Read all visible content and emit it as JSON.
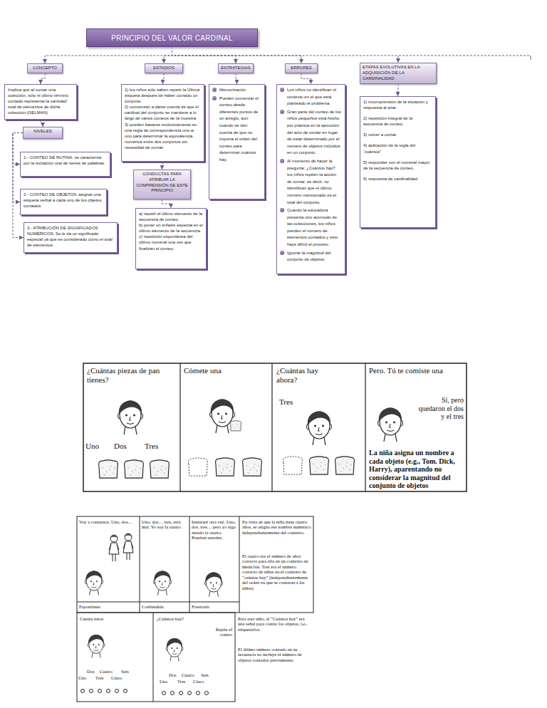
{
  "diagram": {
    "nodes": [
      {
        "text": [
          "PRINCIPIO DEL VALOR CARDINAL"
        ]
      },
      {
        "text": [
          "CONCEPTO"
        ]
      },
      {
        "text": [
          "ESTADIOS"
        ]
      },
      {
        "text": [
          "ESTRATEGIAS"
        ]
      },
      {
        "text": [
          "ERRORES"
        ]
      },
      {
        "text": [
          "ETAPAS EVOLUTIVAS EN LA ADQUISICIÓN DE LA CARDINALIDAD"
        ]
      },
      {
        "text": [
          "Implica que al contar una colección, sólo el último término contado representa la cantidad total de elementos de dicha colección.(GELMAN)"
        ]
      },
      {
        "text": [
          "NIVELES"
        ]
      },
      {
        "text": [
          "1.- CONTEO DE RUTINA: se caracteriza por la recitación oral de series de palabras."
        ]
      },
      {
        "text": [
          "2.- CONTEO DE OBJETOS: asignar una etiqueta verbal a cada uno de los objetos contados"
        ]
      },
      {
        "text": [
          "3.- ATRIBUCIÓN DE SIGNIFICADOS NUMÉRICOS: Se le da un significado especial ya que es considerado como el total de elementos."
        ]
      },
      {
        "text": [
          "1) los niños sólo saben repetir la Última etiqueta después de haber contado un conjunto.",
          "2) comienzan a darse cuenta de que el cardinal del conjunto se mantiene a lo largo de varios conteos de la muestra.",
          "3) pueden basarse exclusivamente en una regla de correspondencia uno-a-uno para determinar la equivalencia numérica entre dos conjuntos sin necesidad de contar."
        ]
      },
      {
        "text": [
          "CONDUCTAS PARA ATRIBUIR LA COMPRENSIÓN DE ESTE PRINCIPIO"
        ]
      },
      {
        "text": [
          "a) repetir el último elemento de la secuencia de conteo.",
          "b) poner un énfasis especial en el último elemento de la secuencia.",
          "c) repetición espontánea del último numeral una vez que finalizan el conteo."
        ]
      },
      {
        "text": [
          "Memorización",
          "Pueden comenzar el conteo desde diferentes puntos de un arreglo, aun cuando se den cuenta de que no importa el orden del conteo para determinar cuántos hay."
        ]
      },
      {
        "text": [
          "Los niños no identifican el contexto en el que está planteado el problema.",
          "Gran parte del conteo de los niños pequeños está hecho por práctica en la ejecución del acto de contar en lugar de estar determinado por el número de objetos incluidos en un conjunto.",
          "Al momento de hacer la pregunta: ¿Cuántos hay? los niños repiten la acción de contar, es decir, no identifican que el último número mencionado es el total del conjunto.",
          "Cuando la educadora presenta otro acomodo de las colecciones, los niños pierden el número de elementos contados y esto hace difícil el proceso.",
          "Ignorar la magnitud del conjunto de objetos."
        ]
      },
      {
        "text": [
          "1) incomprensión de la situación y respuesta al azar.",
          "2) repetición integral de la secuencia de conteo.",
          "3) volver a contar.",
          "4) aplicación de la regla del “cuántos”.",
          "5) responder con el numeral mayor de la secuencia de conteo.",
          "6) respuesta de cardinalidad."
        ]
      }
    ],
    "edges": [
      {
        "from": 0,
        "to": 1,
        "arrow": "to"
      },
      {
        "from": 0,
        "to": 2,
        "arrow": "to"
      },
      {
        "from": 0,
        "to": 3,
        "arrow": "to"
      },
      {
        "from": 0,
        "to": 4,
        "arrow": "to"
      },
      {
        "from": 0,
        "to": 5,
        "arrow": "to"
      },
      {
        "from": 1,
        "to": 6,
        "arrow": "to"
      },
      {
        "from": 6,
        "to": 7,
        "arrow": "to"
      },
      {
        "from": 7,
        "to": 8,
        "arrow": "to"
      },
      {
        "from": 7,
        "to": 9,
        "arrow": "to"
      },
      {
        "from": 7,
        "to": 10,
        "arrow": "to"
      },
      {
        "from": 2,
        "to": 11,
        "arrow": "to"
      },
      {
        "from": 11,
        "to": 12,
        "arrow": "to"
      },
      {
        "from": 12,
        "to": 13,
        "arrow": "to"
      },
      {
        "from": 3,
        "to": 14,
        "arrow": "to"
      },
      {
        "from": 4,
        "to": 15,
        "arrow": "to"
      },
      {
        "from": 5,
        "to": 16,
        "arrow": "to"
      }
    ],
    "labels": [
      "¿Cuántas piezas de pan tienes?",
      "Uno",
      "Dos",
      "Tres",
      "Cómete una",
      "¿Cuántas hay ahora?",
      "Tres",
      "Pero. Tú te comiste una",
      "Sí, pero quedaron el dos y el tres",
      "La niña asigna un nombre a cada objeto (e.g., Tom. Dick, Harry), aparentando no considerar la magnitud del conjunto de objetos",
      "Voy a contarnos. Uno, dos…",
      "Espontánea",
      "Uno, dos… tres, está mal. Yo soy la cuatro",
      "Confundida",
      "Intentaré otra vez. Uno, dos. tres… pero yo sigo siendo la cuatro. Prueben ustedes.",
      "Frustrada",
      "En vista de que la niña tiene cuatro años, se asigna ese nombre numérico independientemente del contexto.",
      "El cuatro era el número de años correcto para ella en un contexto de medición. Tres era el número correcto de niñas en el contexto de “cuántas hay” (independientemente del orden en que se contaran a las niñas)",
      "Cuenta éstos",
      "Dos",
      "Cuatro",
      "Seis",
      "Uno",
      "Tres",
      "Cinco",
      "¿Cuántos hay?",
      "Repite el conteo",
      "Dos",
      "Cuatro",
      "Seis",
      "Uno",
      "Tres",
      "Cinco",
      "Para este niño, el “Cuántos hay” era una señal para contar los objetos, i.e., etiquetarlos.",
      "El último número contado en su secuencia no incluye el número de objetos contados previamente."
    ]
  }
}
